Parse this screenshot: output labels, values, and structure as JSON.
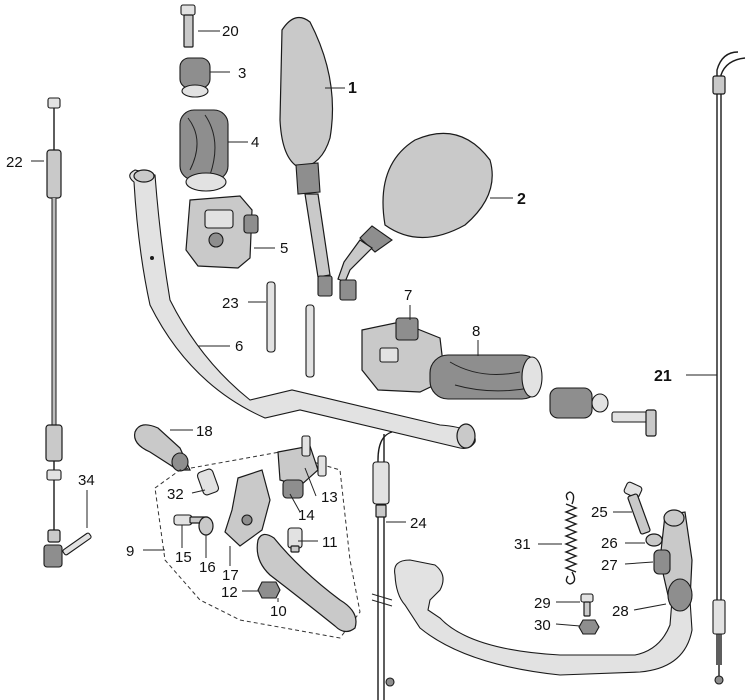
{
  "callouts": {
    "p1": "1",
    "p2": "2",
    "p3": "3",
    "p4": "4",
    "p5": "5",
    "p6": "6",
    "p7": "7",
    "p8": "8",
    "p9": "9",
    "p10": "10",
    "p11": "11",
    "p12": "12",
    "p13": "13",
    "p14": "14",
    "p15": "15",
    "p16": "16",
    "p17": "17",
    "p18": "18",
    "p20": "20",
    "p21": "21",
    "p22": "22",
    "p23": "23",
    "p24": "24",
    "p25": "25",
    "p26": "26",
    "p27": "27",
    "p28": "28",
    "p29": "29",
    "p30": "30",
    "p31": "31",
    "p32": "32",
    "p34": "34"
  },
  "colors": {
    "ink": "#1a1a1a",
    "part_fill": "#c9c9c9",
    "background": "#ffffff"
  }
}
